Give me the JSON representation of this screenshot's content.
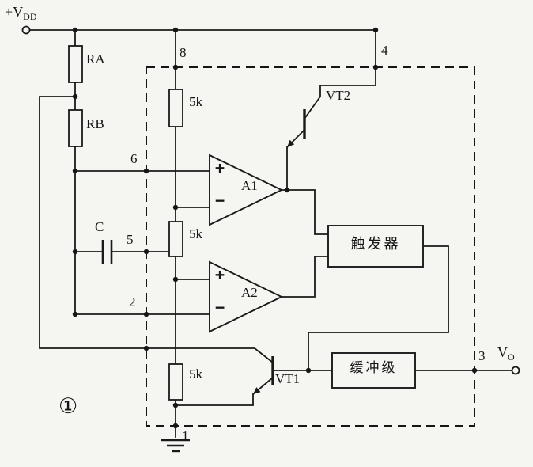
{
  "figure_number": "①",
  "power_label": {
    "main": "+V",
    "sub": "DD"
  },
  "output_label": {
    "main": "V",
    "sub": "O"
  },
  "pins": {
    "p1": "1",
    "p2": "2",
    "p3": "3",
    "p4": "4",
    "p5": "5",
    "p6": "6",
    "p8": "8"
  },
  "components": {
    "ra": "RA",
    "rb": "RB",
    "cap": "C",
    "r1": "5k",
    "r2": "5k",
    "r3": "5k",
    "vt1": "VT1",
    "vt2": "VT2",
    "a1": "A1",
    "a2": "A2",
    "a1_plus": "+",
    "a1_minus": "−",
    "a2_plus": "+",
    "a2_minus": "−",
    "flipflop": "触发器",
    "buffer": "缓冲级"
  }
}
